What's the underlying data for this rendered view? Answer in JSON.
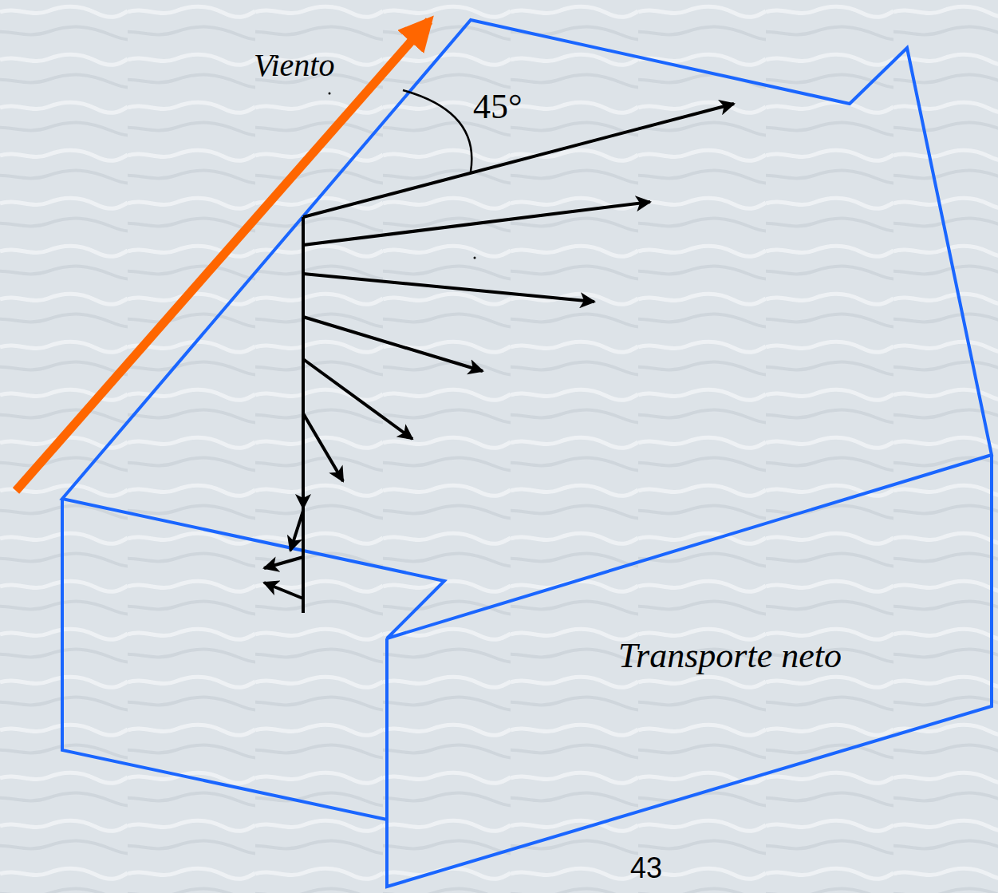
{
  "diagram": {
    "labels": [
      "Viento",
      "45°",
      "Transporte neto",
      "43"
    ]
  }
}
